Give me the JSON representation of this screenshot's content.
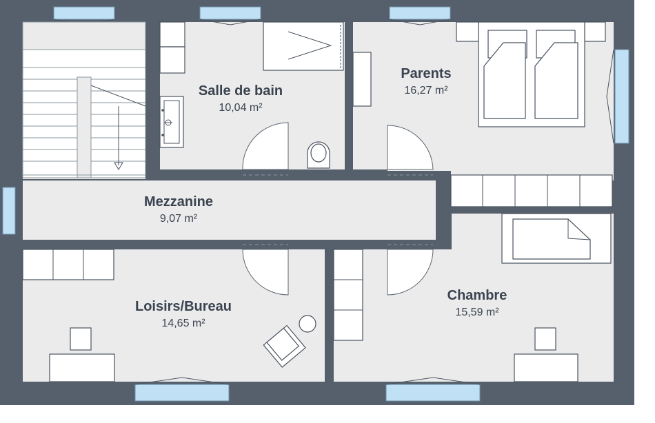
{
  "rooms": {
    "salle_de_bain": {
      "name": "Salle de bain",
      "area": "10,04 m²"
    },
    "parents": {
      "name": "Parents",
      "area": "16,27 m²"
    },
    "mezzanine": {
      "name": "Mezzanine",
      "area": "9,07 m²"
    },
    "loisirs": {
      "name": "Loisirs/Bureau",
      "area": "14,65 m²"
    },
    "chambre": {
      "name": "Chambre",
      "area": "15,59 m²"
    }
  },
  "colors": {
    "wall": "#56606c",
    "floor": "#ebebeb",
    "window": "#bfe0f5",
    "text": "#3a4350"
  }
}
